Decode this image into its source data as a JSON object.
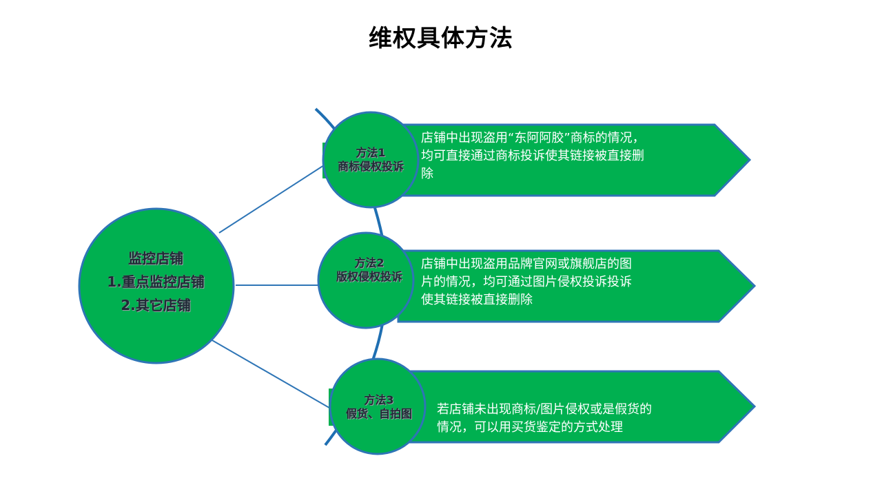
{
  "title": "维权具体方法",
  "center": {
    "line1": "监控店铺",
    "line2": "1.重点监控店铺",
    "line3": "2.其它店铺"
  },
  "methods": [
    {
      "label": "方法1",
      "name": "商标侵权投诉",
      "description": [
        "店铺中出现盗用“东阿阿胶”商标的情况，",
        "均可直接通过商标投诉使其链接被直接删",
        "除"
      ]
    },
    {
      "label": "方法2",
      "name": "版权侵权投诉",
      "description": [
        "店铺中出现盗用品牌官网或旗舰店的图",
        "片的情况，均可通过图片侵权投诉投诉",
        "使其链接被直接删除"
      ]
    },
    {
      "label": "方法3",
      "name": "假货、自拍图",
      "description": [
        "若店铺未出现商标/图片侵权或是假货的",
        "情况，可以用买货鉴定的方式处理"
      ]
    }
  ],
  "colors": {
    "green": "#00b050",
    "blue": "#2e75b6",
    "arc_blue": "#1f6fb2"
  }
}
